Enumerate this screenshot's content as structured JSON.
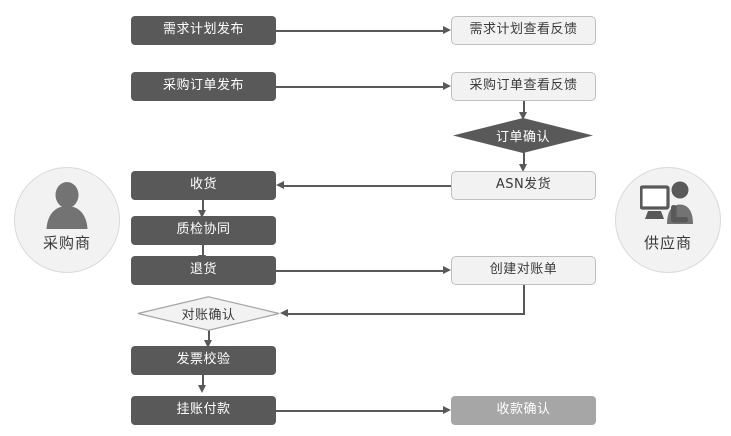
{
  "diagram": {
    "type": "flowchart",
    "title": "",
    "actors": [
      {
        "id": "buyer",
        "label": "采购商",
        "icon": "person-icon",
        "side": "left"
      },
      {
        "id": "supplier",
        "label": "供应商",
        "icon": "person-at-computer-icon",
        "side": "right"
      }
    ],
    "nodes": [
      {
        "id": "n1",
        "label": "需求计划发布",
        "shape": "box",
        "style": "dark"
      },
      {
        "id": "n2",
        "label": "需求计划查看反馈",
        "shape": "box",
        "style": "light"
      },
      {
        "id": "n3",
        "label": "采购订单发布",
        "shape": "box",
        "style": "dark"
      },
      {
        "id": "n4",
        "label": "采购订单查看反馈",
        "shape": "box",
        "style": "light"
      },
      {
        "id": "n5",
        "label": "订单确认",
        "shape": "diamond",
        "style": "dark"
      },
      {
        "id": "n6",
        "label": "ASN发货",
        "shape": "box",
        "style": "light"
      },
      {
        "id": "n7",
        "label": "收货",
        "shape": "box",
        "style": "dark"
      },
      {
        "id": "n8",
        "label": "质检协同",
        "shape": "box",
        "style": "dark"
      },
      {
        "id": "n9",
        "label": "退货",
        "shape": "box",
        "style": "dark"
      },
      {
        "id": "n10",
        "label": "创建对账单",
        "shape": "box",
        "style": "light"
      },
      {
        "id": "n11",
        "label": "对账确认",
        "shape": "diamond",
        "style": "light"
      },
      {
        "id": "n12",
        "label": "发票校验",
        "shape": "box",
        "style": "dark"
      },
      {
        "id": "n13",
        "label": "挂账付款",
        "shape": "box",
        "style": "dark"
      },
      {
        "id": "n14",
        "label": "收款确认",
        "shape": "box",
        "style": "mid"
      }
    ],
    "edges": [
      {
        "from": "n1",
        "to": "n2",
        "direction": "right"
      },
      {
        "from": "n3",
        "to": "n4",
        "direction": "right"
      },
      {
        "from": "n4",
        "to": "n5",
        "direction": "down"
      },
      {
        "from": "n5",
        "to": "n6",
        "direction": "down"
      },
      {
        "from": "n6",
        "to": "n7",
        "direction": "left"
      },
      {
        "from": "n7",
        "to": "n8",
        "direction": "down"
      },
      {
        "from": "n8",
        "to": "n9",
        "direction": "down"
      },
      {
        "from": "n9",
        "to": "n10",
        "direction": "right"
      },
      {
        "from": "n10",
        "to": "n11",
        "direction": "left"
      },
      {
        "from": "n11",
        "to": "n12",
        "direction": "down"
      },
      {
        "from": "n12",
        "to": "n13",
        "direction": "down"
      },
      {
        "from": "n13",
        "to": "n14",
        "direction": "right"
      }
    ],
    "colors": {
      "dark_fill": "#595959",
      "mid_fill": "#a6a6a6",
      "light_fill": "#f2f2f2",
      "light_border": "#bfbfbf",
      "line": "#595959",
      "actor_fill": "#f2f2f2",
      "actor_border": "#d9d9d9",
      "background": "#ffffff"
    }
  }
}
